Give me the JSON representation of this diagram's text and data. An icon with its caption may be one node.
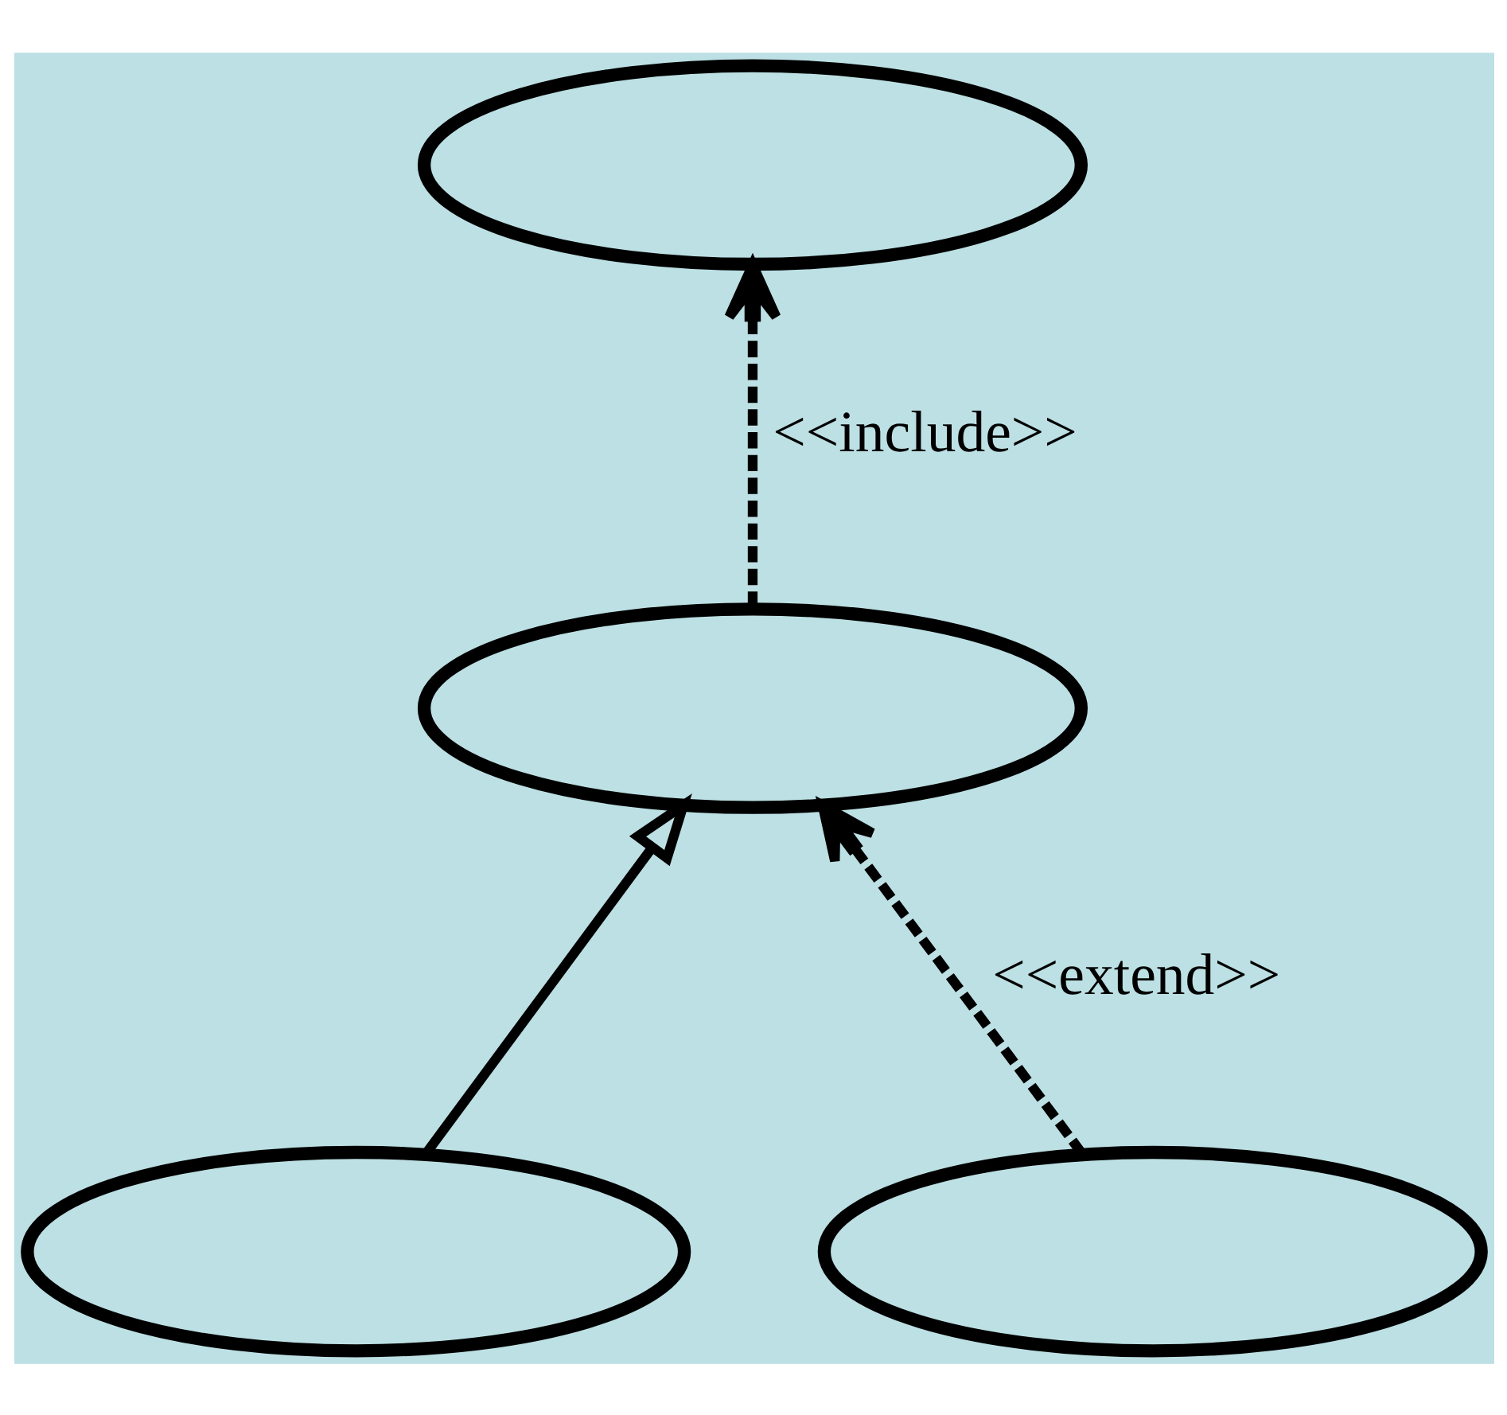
{
  "diagram": {
    "nodes": [
      {
        "text": [],
        "shape": "ellipse"
      },
      {
        "text": [],
        "shape": "ellipse"
      },
      {
        "text": [],
        "shape": "ellipse"
      },
      {
        "text": [],
        "shape": "ellipse"
      }
    ],
    "edges": [
      {
        "from": 1,
        "to": 0,
        "arrow": "to",
        "style": "dashed",
        "label": "<<include>>"
      },
      {
        "from": 2,
        "to": 1,
        "arrow": "to"
      },
      {
        "from": 3,
        "to": 1,
        "arrow": "to",
        "style": "dashed",
        "label": "<<extend>>"
      }
    ]
  }
}
